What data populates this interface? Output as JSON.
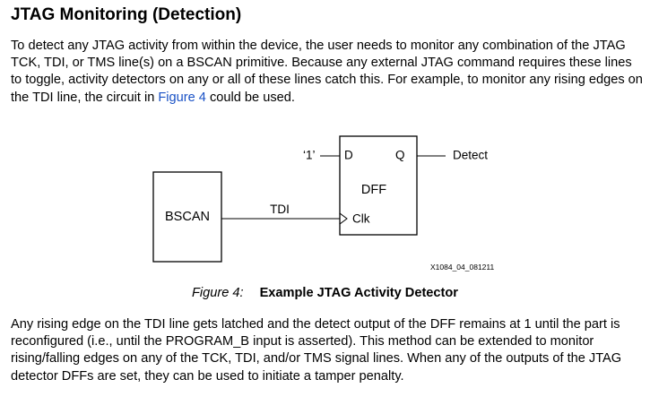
{
  "heading": "JTAG Monitoring (Detection)",
  "para1": {
    "before_link": "To detect any JTAG activity from within the device, the user needs to monitor any combination of the JTAG TCK, TDI, or TMS line(s) on a BSCAN primitive. Because any external JTAG command requires these lines to toggle, activity detectors on any or all of these lines catch this. For example, to monitor any rising edges on the TDI line, the circuit in ",
    "link": "Figure 4",
    "after_link": " could be used."
  },
  "diagram": {
    "bscan_label": "BSCAN",
    "tdi_label": "TDI",
    "const_input": "‘1’",
    "d_pin": "D",
    "q_pin": "Q",
    "dff_label": "DFF",
    "clk_pin": "Clk",
    "output_label": "Detect",
    "figure_code": "X1084_04_081211"
  },
  "caption": {
    "number": "Figure 4:",
    "title": "Example JTAG Activity Detector"
  },
  "para2": "Any rising edge on the TDI line gets latched and the detect output of the DFF remains at 1 until the part is reconfigured (i.e., until the PROGRAM_B input is asserted). This method can be extended to monitor rising/falling edges on any of the TCK, TDI, and/or TMS signal lines. When any of the outputs of the JTAG detector DFFs are set, they can be used to initiate a tamper penalty."
}
